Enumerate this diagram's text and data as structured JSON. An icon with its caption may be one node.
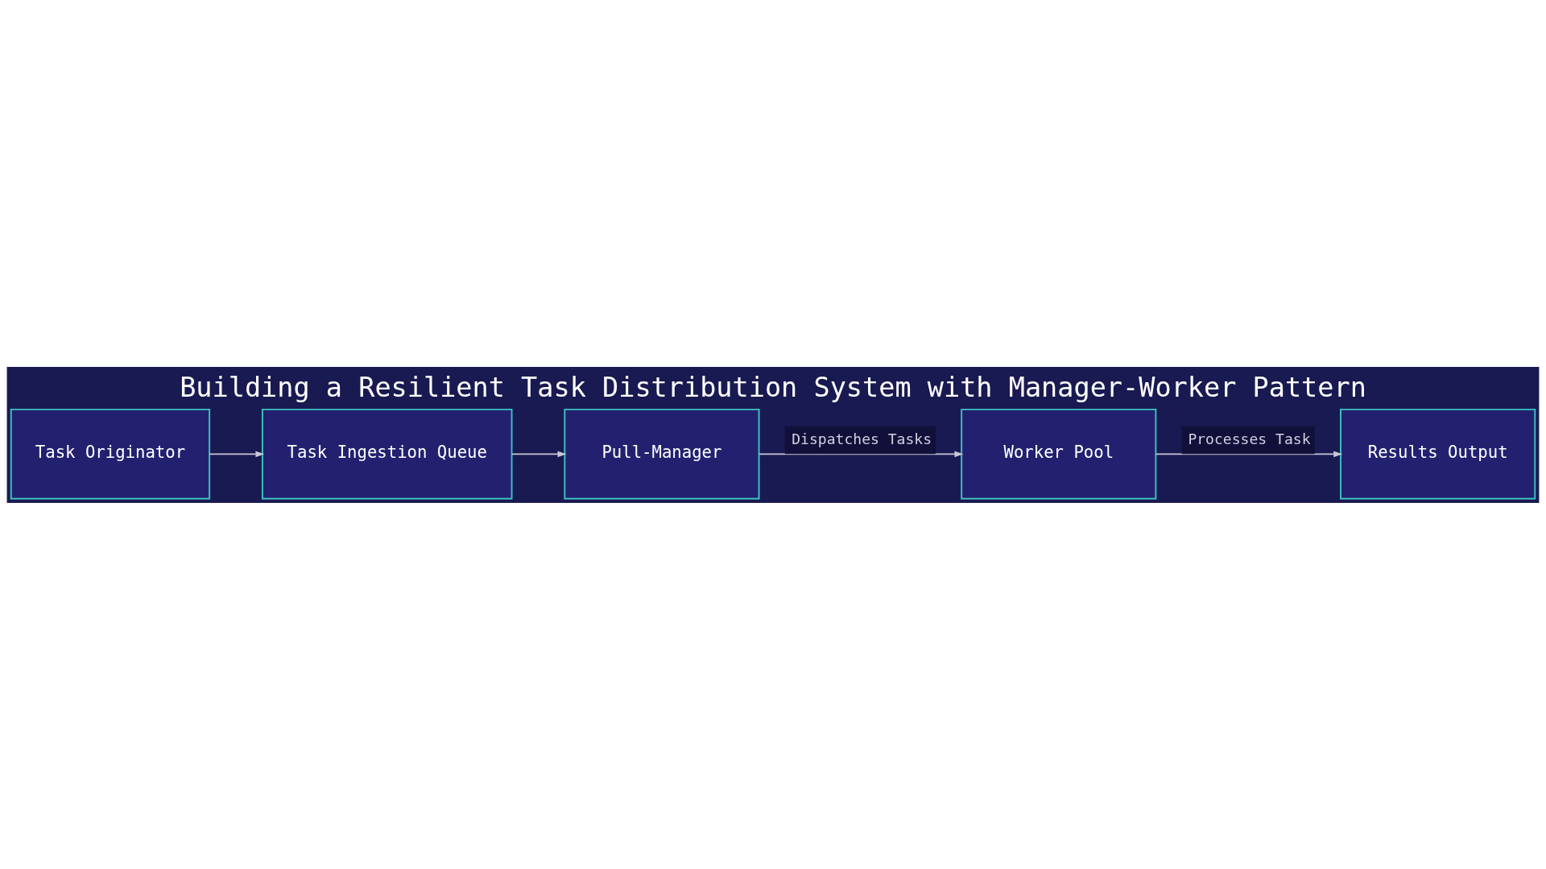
{
  "diagram": {
    "title": "Building a Resilient Task Distribution System with Manager-Worker Pattern",
    "nodes": [
      {
        "text": [
          "Task Originator"
        ]
      },
      {
        "text": [
          "Task Ingestion Queue"
        ]
      },
      {
        "text": [
          "Pull-Manager"
        ]
      },
      {
        "text": [
          "Worker Pool"
        ]
      },
      {
        "text": [
          "Results Output"
        ]
      }
    ],
    "edges": [
      {
        "from": 0,
        "to": 1,
        "arrow": "to"
      },
      {
        "from": 1,
        "to": 2,
        "arrow": "to"
      },
      {
        "from": 2,
        "to": 3,
        "arrow": "to",
        "label": "Dispatches Tasks"
      },
      {
        "from": 3,
        "to": 4,
        "arrow": "to",
        "label": "Processes Task"
      }
    ]
  }
}
